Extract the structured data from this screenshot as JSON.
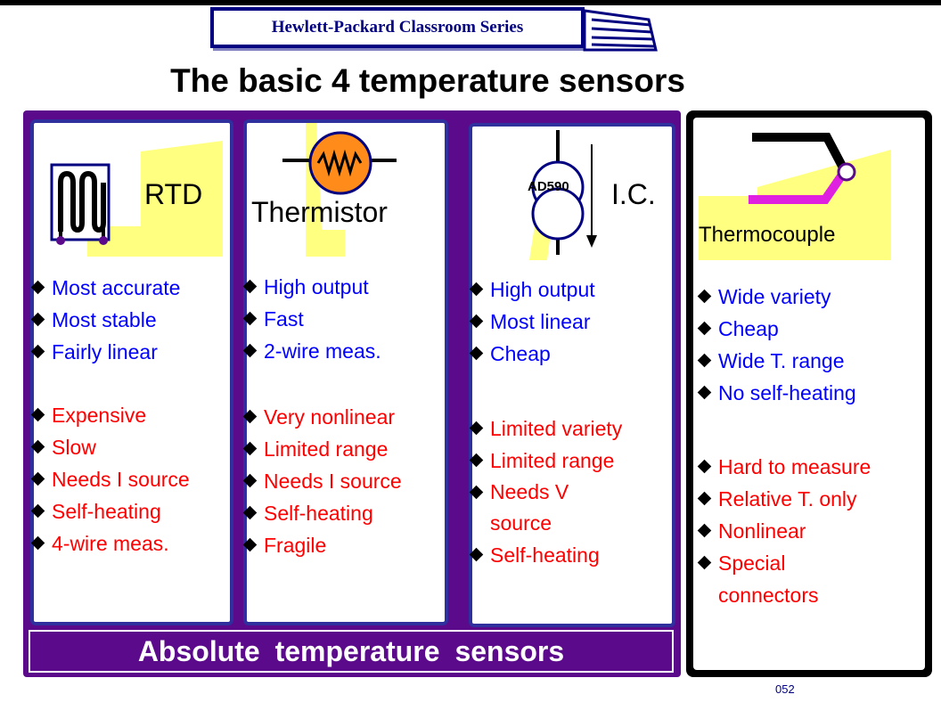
{
  "header": {
    "banner": "Hewlett-Packard Classroom Series"
  },
  "title": "The basic 4 temperature sensors",
  "footer": {
    "absolute_label": "Absolute temperature sensors",
    "page_number": "052"
  },
  "colors": {
    "purple": "#5a0a8a",
    "navy": "#2f2f9e",
    "pros": "#0000ff",
    "cons": "#ff0000",
    "highlight": "#ffff80",
    "thermistor_orange": "#ff8c1a",
    "tc_magenta": "#e020e0"
  },
  "sensors": {
    "rtd": {
      "name": "RTD",
      "pros": [
        "Most accurate",
        "Most stable",
        "Fairly linear"
      ],
      "cons": [
        "Expensive",
        "Slow",
        "Needs I source",
        "Self-heating",
        "4-wire meas."
      ]
    },
    "thermistor": {
      "name": "Thermistor",
      "pros": [
        "High output",
        "Fast",
        "2-wire meas."
      ],
      "cons": [
        "Very nonlinear",
        "Limited range",
        "Needs I source",
        "Self-heating",
        "Fragile"
      ]
    },
    "ic": {
      "name": "I.C.",
      "part": "AD590",
      "pros": [
        "High output",
        "Most linear",
        "Cheap"
      ],
      "cons": [
        "Limited variety",
        "Limited range",
        "Needs V source",
        "Self-heating"
      ]
    },
    "thermocouple": {
      "name": "Thermocouple",
      "pros": [
        "Wide variety",
        "Cheap",
        "Wide T. range",
        "No self-heating"
      ],
      "cons": [
        "Hard to measure",
        "Relative T. only",
        "Nonlinear",
        "Special connectors"
      ]
    }
  }
}
